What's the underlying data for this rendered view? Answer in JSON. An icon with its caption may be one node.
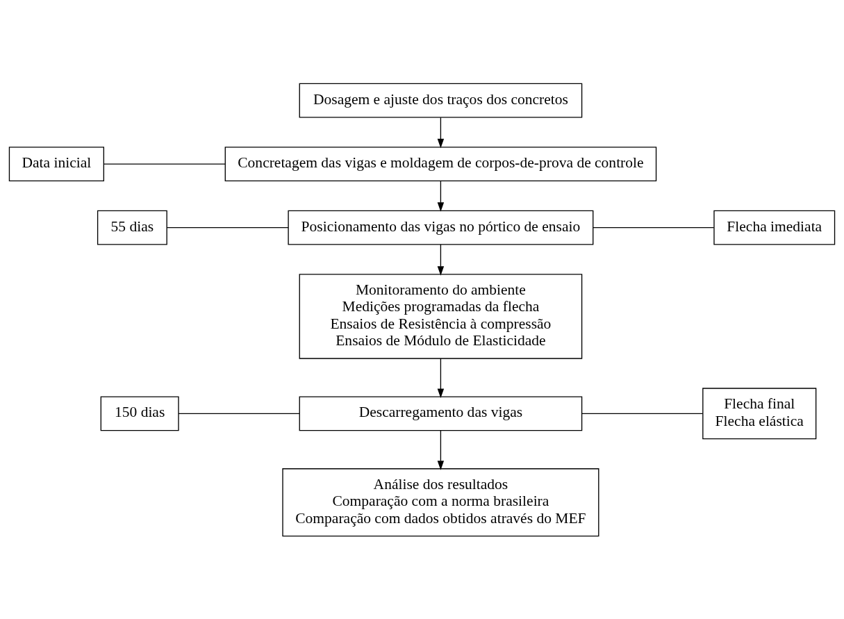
{
  "diagram": {
    "nodes": [
      {
        "text": [
          "Dosagem e ajuste dos traços dos concretos"
        ]
      },
      {
        "text": [
          "Data inicial"
        ]
      },
      {
        "text": [
          "Concretagem das vigas e moldagem de corpos-de-prova de controle"
        ]
      },
      {
        "text": [
          "55 dias"
        ]
      },
      {
        "text": [
          "Posicionamento das vigas no pórtico de ensaio"
        ]
      },
      {
        "text": [
          "Flecha imediata"
        ]
      },
      {
        "text": [
          "Monitoramento do ambiente",
          "Medições programadas da flecha",
          "Ensaios de Resistência à compressão",
          "Ensaios de Módulo de Elasticidade"
        ]
      },
      {
        "text": [
          "150 dias"
        ]
      },
      {
        "text": [
          "Descarregamento das vigas"
        ]
      },
      {
        "text": [
          "Flecha final",
          "Flecha elástica"
        ]
      },
      {
        "text": [
          "Análise dos resultados",
          "Comparação com a norma brasileira",
          "Comparação com dados obtidos através do MEF"
        ]
      }
    ],
    "edges": [
      {
        "from": 0,
        "to": 2,
        "arrow": "to"
      },
      {
        "from": 1,
        "to": 2,
        "arrow": "none"
      },
      {
        "from": 2,
        "to": 4,
        "arrow": "to"
      },
      {
        "from": 3,
        "to": 4,
        "arrow": "none"
      },
      {
        "from": 4,
        "to": 5,
        "arrow": "none"
      },
      {
        "from": 4,
        "to": 6,
        "arrow": "to"
      },
      {
        "from": 6,
        "to": 8,
        "arrow": "to"
      },
      {
        "from": 7,
        "to": 8,
        "arrow": "none"
      },
      {
        "from": 8,
        "to": 9,
        "arrow": "none"
      },
      {
        "from": 8,
        "to": 10,
        "arrow": "to"
      }
    ]
  }
}
